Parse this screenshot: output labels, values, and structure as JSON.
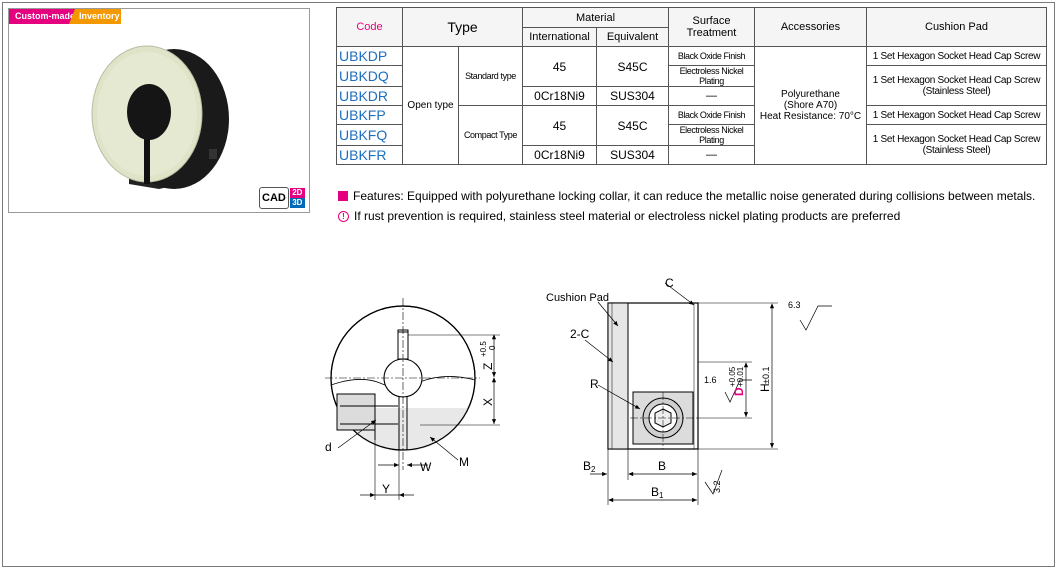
{
  "tags": {
    "custom": "Custom-made",
    "inventory": "Inventory"
  },
  "cad": {
    "label": "CAD",
    "d2": "2D",
    "d3": "3D"
  },
  "table": {
    "headers": {
      "code": "Code",
      "type": "Type",
      "material": "Material",
      "international": "International",
      "equivalent": "Equivalent",
      "surface": "Surface Treatment",
      "accessories": "Accessories",
      "cushion": "Cushion Pad"
    },
    "codes": [
      "UBKDP",
      "UBKDQ",
      "UBKDR",
      "UBKFP",
      "UBKFQ",
      "UBKFR"
    ],
    "type_main": "Open type",
    "subtype_standard": "Standard type",
    "subtype_compact": "Compact Type",
    "mat_45": "45",
    "mat_s45c": "S45C",
    "mat_0cr": "0Cr18Ni9",
    "mat_sus": "SUS304",
    "dash": "—",
    "surface_black": "Black Oxide Finish",
    "surface_nickel": "Electroless Nickel Plating",
    "accessories": [
      "Polyurethane",
      "(Shore A70)",
      "Heat Resistance: 70°C"
    ],
    "cushion_1": "1 Set Hexagon Socket Head Cap Screw",
    "cushion_2a": "1 Set Hexagon Socket Head Cap Screw",
    "cushion_2b": "(Stainless Steel)"
  },
  "notes": {
    "features": "Features: Equipped with polyurethane locking collar, it can reduce the metallic noise generated during collisions between metals.",
    "warning": "If rust prevention is required, stainless steel material or electroless nickel plating products are preferred"
  },
  "drawing": {
    "d": "d",
    "w": "W",
    "m": "M",
    "y": "Y",
    "x": "X",
    "z": "Z",
    "z_tol_top": "+0.5",
    "z_tol_bot": "0",
    "cushion_pad": "Cushion Pad",
    "c": "C",
    "two_c": "2-C",
    "r": "R",
    "b": "B",
    "b1": "B",
    "b1_sub": "1",
    "b2": "B",
    "b2_sub": "2",
    "h": "H",
    "h_tol": "±0.1",
    "dd": "D",
    "d_tol_top": "+0.05",
    "d_tol_bot": "+0.01",
    "rough_16": "1.6",
    "rough_63": "6.3",
    "rough_32": "3.2"
  },
  "colors": {
    "magenta": "#e4007f",
    "orange": "#f39800",
    "code_blue": "#1d6fc0",
    "cad_blue": "#0068b7"
  }
}
